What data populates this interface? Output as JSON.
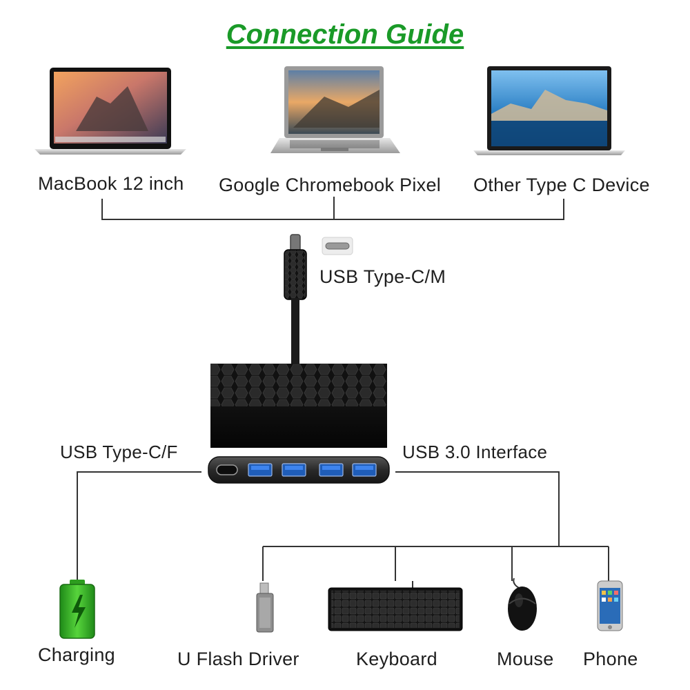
{
  "title": "Connection Guide",
  "hosts": {
    "macbook": "MacBook 12 inch",
    "chromebook": "Google Chromebook Pixel",
    "other": "Other Type C Device"
  },
  "connector": {
    "male": "USB Type-C/M"
  },
  "hub": {
    "typec_female": "USB  Type-C/F",
    "usb3": "USB 3.0 Interface",
    "usb3_port_count": 4
  },
  "peripherals": {
    "charging": "Charging",
    "flash": "U Flash Driver",
    "keyboard": "Keyboard",
    "mouse": "Mouse",
    "phone": "Phone"
  },
  "colors": {
    "title": "#1a9a28",
    "line": "#333333",
    "usb_port": "#2b6fd6",
    "battery": "#3ec02a"
  }
}
